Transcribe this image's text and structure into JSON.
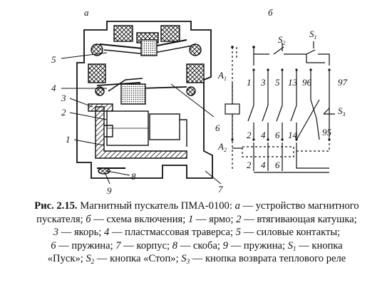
{
  "panel_labels": {
    "a": "а",
    "b": "б"
  },
  "part_numbers": [
    "1",
    "2",
    "3",
    "4",
    "5",
    "6",
    "7",
    "8",
    "9"
  ],
  "schematic": {
    "top_buttons": {
      "S2": "S",
      "S2_sub": "2",
      "S1": "S",
      "S1_sub": "1"
    },
    "coil_terminals": {
      "A1": "A",
      "A1_sub": "1",
      "A2": "A",
      "A2_sub": "2"
    },
    "top_terminals": [
      "1",
      "3",
      "5",
      "13",
      "96",
      "97"
    ],
    "bottom_terminals": [
      "2",
      "4",
      "6",
      "14",
      "95"
    ],
    "reset_button": {
      "label": "S",
      "sub": "3"
    },
    "load_terminals": [
      "2",
      "4",
      "6"
    ]
  },
  "caption": {
    "fig_label": "Рис. 2.15.",
    "lines": [
      [
        " Магнитный пускатель ПМА-0100: ",
        {
          "i": "а"
        },
        " — устройство магнитного"
      ],
      [
        "пускателя; ",
        {
          "i": "б"
        },
        " — схема включения; ",
        {
          "i": "1"
        },
        " — ярмо; ",
        {
          "i": "2"
        },
        " — втягивающая катушка;"
      ],
      [
        {
          "i": "3"
        },
        " — якорь; ",
        {
          "i": "4"
        },
        " — пластмассовая траверса; ",
        {
          "i": "5"
        },
        " — силовые контакты;"
      ],
      [
        {
          "i": "6"
        },
        " — пружина; ",
        {
          "i": "7"
        },
        " — корпус; ",
        {
          "i": "8"
        },
        " — скоба; ",
        {
          "i": "9"
        },
        " — пружина; ",
        {
          "s": "S",
          "sub": "1"
        },
        " — кнопка"
      ],
      [
        "«Пуск»; ",
        {
          "s": "S",
          "sub": "2"
        },
        " — кнопка «Стоп»; ",
        {
          "s": "S",
          "sub": "3"
        },
        " — кнопка возврата теплового реле"
      ]
    ]
  }
}
